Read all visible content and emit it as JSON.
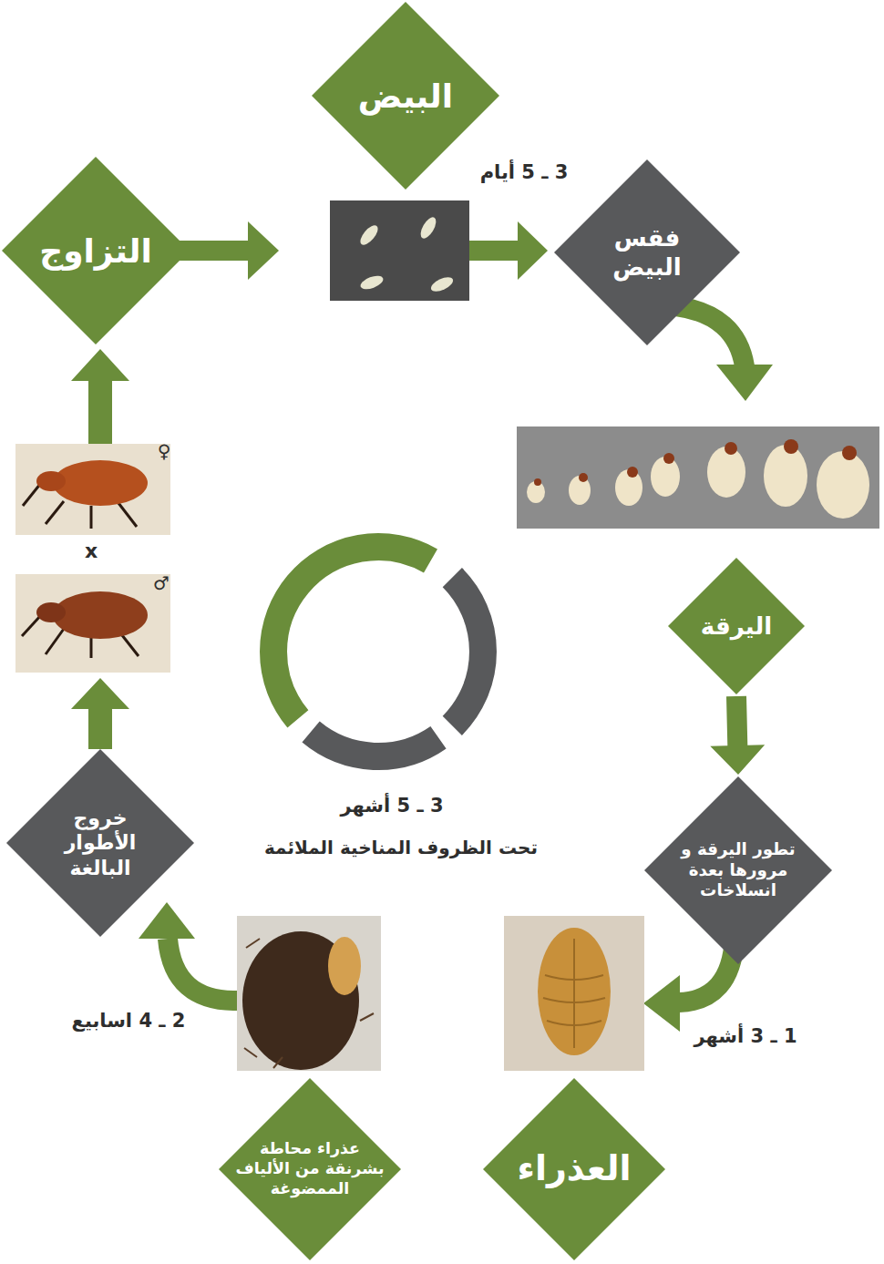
{
  "diagram": {
    "nodes": [
      {
        "text": [
          "البيض"
        ]
      },
      {
        "text": [
          "فقس البيض"
        ]
      },
      {
        "text": [
          "اليرقة"
        ]
      },
      {
        "text": [
          "تطور اليرقة و مرورها بعدة انسلاخات"
        ]
      },
      {
        "text": [
          "العذراء"
        ]
      },
      {
        "text": [
          "عذراء محاطة بشرنقة من الألياف الممضوغة"
        ]
      },
      {
        "text": [
          "خروج الأطوار البالغة"
        ]
      },
      {
        "text": [
          "التزاوج"
        ]
      }
    ],
    "edges": [
      {
        "from": 2,
        "to": 3,
        "arrow": "to"
      }
    ],
    "labels": [
      "3 ـ 5 أيام",
      "♀",
      "x",
      "♂",
      "3 ـ 5 أشهر",
      "تحت الظروف المناخية الملائمة",
      "1 ـ 3 أشهر",
      "2 ـ 4 اسابيع"
    ]
  }
}
